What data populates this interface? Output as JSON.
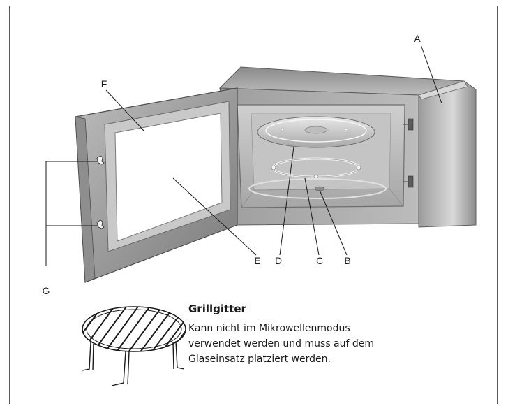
{
  "diagram": {
    "labels": {
      "A": "A",
      "B": "B",
      "C": "C",
      "D": "D",
      "E": "E",
      "F": "F",
      "G": "G"
    },
    "colors": {
      "body_dark": "#7d7d7d",
      "body_mid": "#a9a9a9",
      "body_light": "#dadada",
      "door_frame": "#9b9b9b",
      "window": "#ffffff",
      "line": "#1a1a1a"
    }
  },
  "accessory": {
    "title": "Grillgitter",
    "description": "Kann nicht im Mikrowellenmodus verwendet werden und muss auf dem Glaseinsatz platziert werden."
  }
}
